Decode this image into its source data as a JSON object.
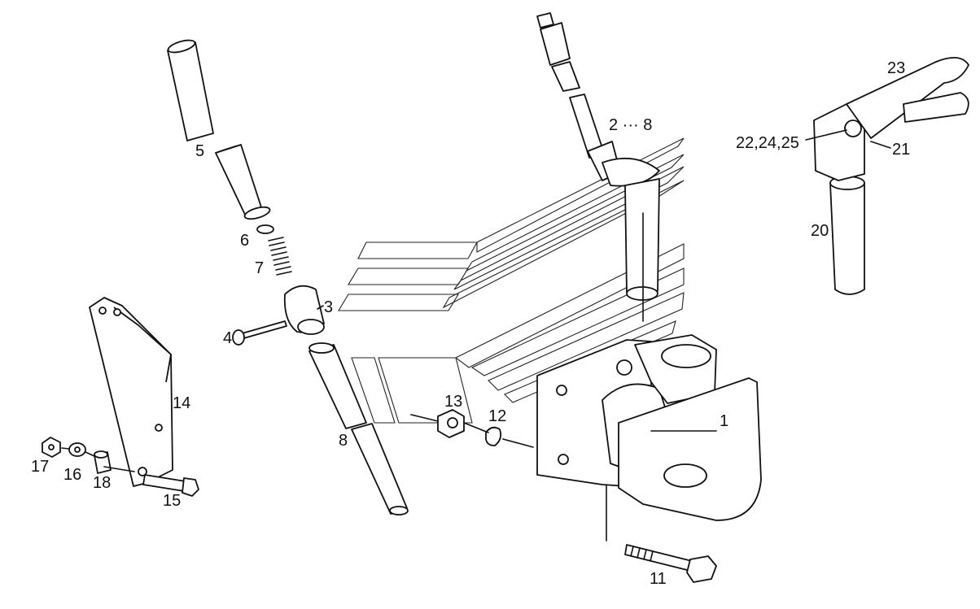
{
  "labels": {
    "l1": "1",
    "l2_8": "2 ··· 8",
    "l3": "3",
    "l4": "4",
    "l5": "5",
    "l6": "6",
    "l7": "7",
    "l8": "8",
    "l11": "11",
    "l12": "12",
    "l13": "13",
    "l14": "14",
    "l15": "15",
    "l16": "16",
    "l17": "17",
    "l18": "18",
    "l20": "20",
    "l21": "21",
    "l22_24_25": "22,24,25",
    "l23": "23"
  }
}
